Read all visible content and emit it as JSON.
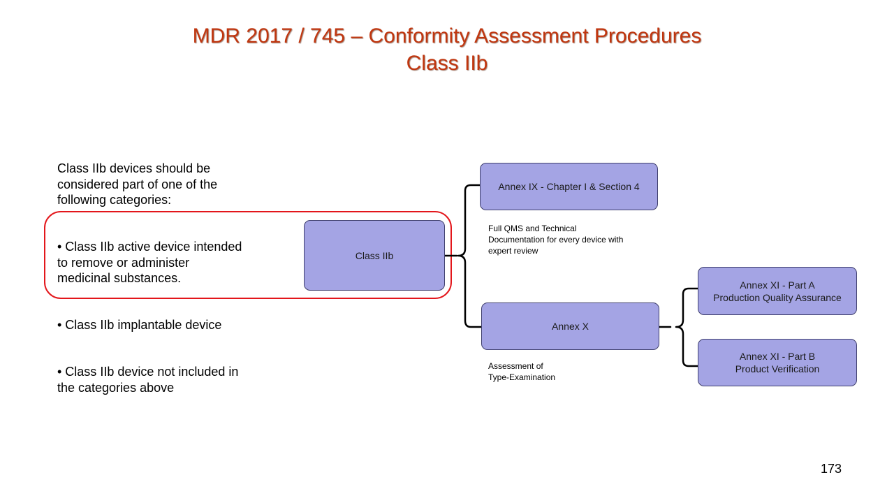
{
  "title": {
    "line1": "MDR 2017 / 745 – Conformity Assessment Procedures",
    "line2": "Class IIb"
  },
  "left": {
    "intro": [
      "Class IIb devices should be",
      "considered part of one of the",
      "following categories:"
    ],
    "bullet1": [
      "• Class IIb active device intended",
      "to remove or administer",
      "medicinal substances."
    ],
    "bullet2": [
      "• Class IIb implantable device"
    ],
    "bullet3": [
      "• Class IIb device not included in",
      "the categories above"
    ]
  },
  "diagram": {
    "root": "Class IIb",
    "annex9": "Annex IX - Chapter I & Section 4",
    "annex9_note": [
      "Full QMS and Technical",
      "Documentation for every device with",
      "expert review"
    ],
    "annex10": "Annex X",
    "annex10_note": [
      "Assessment of",
      "Type-Examination"
    ],
    "annex11a": [
      "Annex XI - Part A",
      "Production Quality Assurance"
    ],
    "annex11b": [
      "Annex XI - Part B",
      "Product Verification"
    ]
  },
  "colors": {
    "title": "#c0360f",
    "node_fill": "#a4a4e4",
    "highlight": "#e3161b"
  },
  "page_number": "173"
}
